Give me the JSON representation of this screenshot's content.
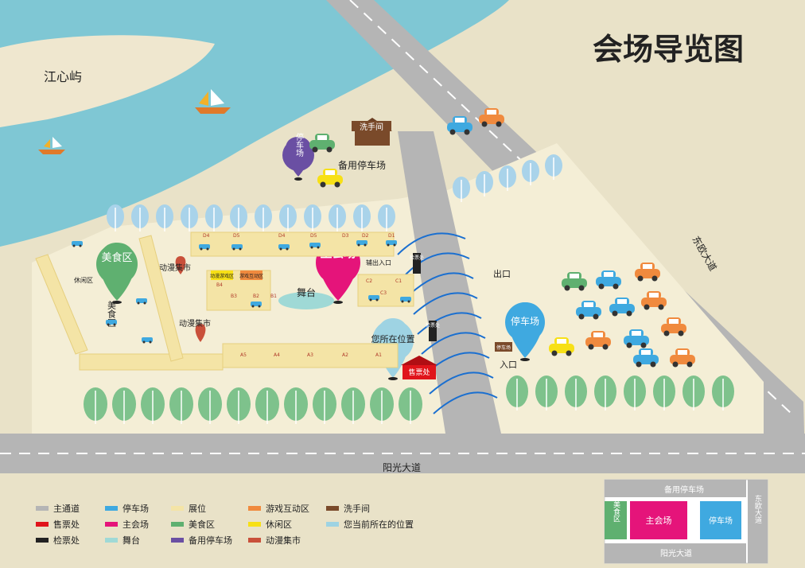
{
  "title": "会场导览图",
  "island_label": "江心屿",
  "roads": {
    "bottom": "阳光大道",
    "right": "东欧大道"
  },
  "places": {
    "toilet": "洗手间",
    "backup_parking": "备用停车场",
    "backup_parking_pin": "停车场",
    "main_venue": "主会场",
    "food_pin": "美食区",
    "food_left": "美食区",
    "comic_1": "动漫集市",
    "comic_2": "动漫集市",
    "stage": "舞台",
    "you_are_here": "您所在位置",
    "ticket_office": "售票处",
    "ticket_check_1": "检票处",
    "ticket_check_2": "检票处",
    "exit": "出口",
    "entrance": "入口",
    "parking": "停车场",
    "parking_sign": "停车场",
    "entry_exit": "辅出入口",
    "leisure": "休闲区",
    "game_1": "动漫游戏区",
    "game_2": "游戏互动区"
  },
  "booths": [
    "D4",
    "D5",
    "D4",
    "D5",
    "D3",
    "D2",
    "D1",
    "C1",
    "C2",
    "C3",
    "A5",
    "A4",
    "A3",
    "A2",
    "A1",
    "B4",
    "B3",
    "B2",
    "B1"
  ],
  "legend": [
    {
      "label": "主通道",
      "color": "#b5b5b5"
    },
    {
      "label": "停车场",
      "color": "#3fa9e0"
    },
    {
      "label": "展位",
      "color": "#f4e4a6"
    },
    {
      "label": "游戏互动区",
      "color": "#f08a3e"
    },
    {
      "label": "洗手间",
      "color": "#7a4a2a"
    },
    {
      "label": "售票处",
      "color": "#e0141b"
    },
    {
      "label": "主会场",
      "color": "#e5147a"
    },
    {
      "label": "美食区",
      "color": "#5fb070"
    },
    {
      "label": "休闲区",
      "color": "#f7e016"
    },
    {
      "label": "您当前所在的位置",
      "color": "#9ed3e3"
    },
    {
      "label": "检票处",
      "color": "#222222"
    },
    {
      "label": "舞台",
      "color": "#9fd9d6"
    },
    {
      "label": "备用停车场",
      "color": "#6a4fa3"
    },
    {
      "label": "动漫集市",
      "color": "#c9503a"
    }
  ],
  "mini_map": {
    "top": "备用停车场",
    "left": "美食区",
    "center": "主会场",
    "right": "停车场",
    "side": "东欧大道",
    "bottom": "阳光大道"
  },
  "colors": {
    "river": "#7fc7d4",
    "ground": "#f4eed6",
    "road": "#b5b5b5",
    "magenta": "#e5147a",
    "blue": "#3fa9e0",
    "green": "#5fb070",
    "purple": "#6a4fa3"
  }
}
